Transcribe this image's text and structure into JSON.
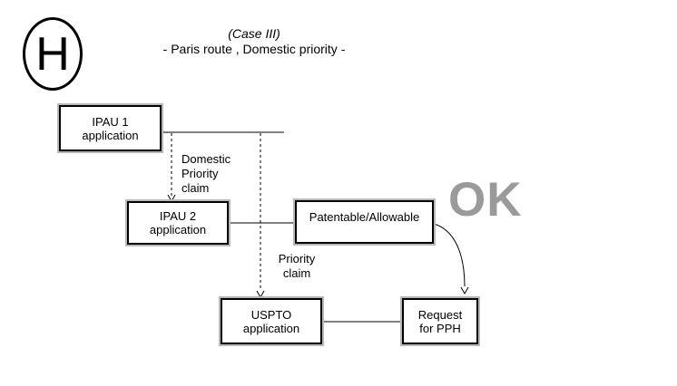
{
  "header": {
    "badge_letter": "H",
    "case_label": "(Case III)",
    "subtitle": "- Paris route , Domestic priority -"
  },
  "diagram": {
    "boxes": {
      "ipau1": {
        "label": "IPAU 1\napplication"
      },
      "ipau2": {
        "label": "IPAU 2\napplication"
      },
      "patentable": {
        "label": "Patentable/Allowable"
      },
      "uspto": {
        "label": "USPTO\napplication"
      },
      "request_pph": {
        "label": "Request\nfor PPH"
      }
    },
    "edge_labels": {
      "domestic_priority_claim": "Domestic\nPriority\nclaim",
      "priority_claim": "Priority\nclaim"
    },
    "status": {
      "ok_label": "OK",
      "ok_color": "#9a9a9a"
    },
    "line_color": "#000000",
    "background_color": "#ffffff"
  }
}
